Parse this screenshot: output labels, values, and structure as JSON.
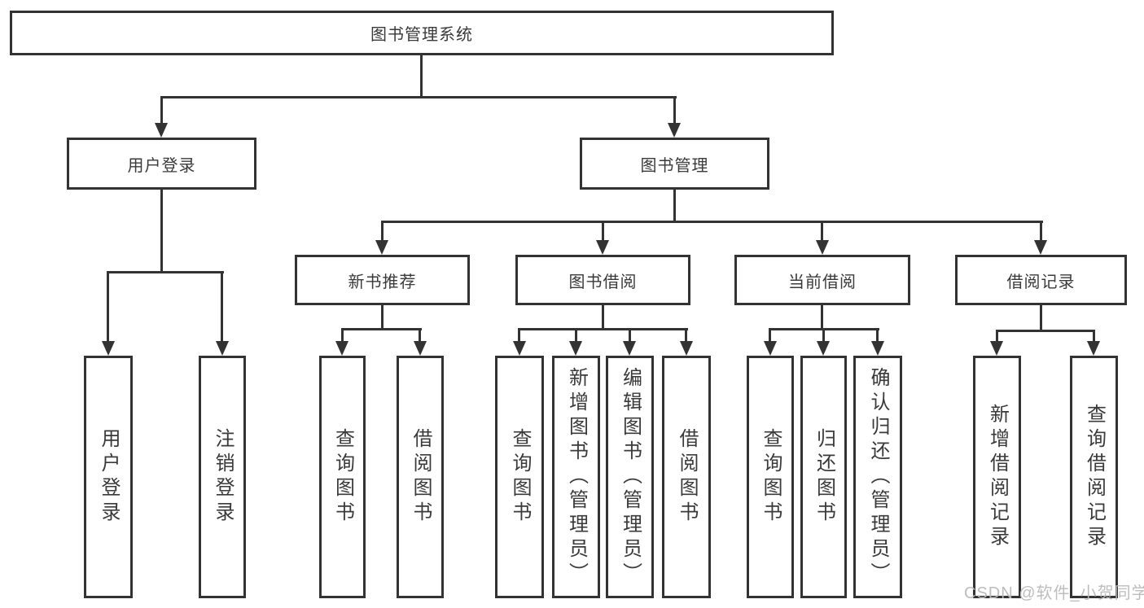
{
  "diagram_type": "hierarchy",
  "tree": {
    "label": "图书管理系统",
    "children": [
      {
        "label": "用户登录",
        "children": [
          {
            "label": "用户登录"
          },
          {
            "label": "注销登录"
          }
        ]
      },
      {
        "label": "图书管理",
        "children": [
          {
            "label": "新书推荐",
            "children": [
              {
                "label": "查询图书"
              },
              {
                "label": "借阅图书"
              }
            ]
          },
          {
            "label": "图书借阅",
            "children": [
              {
                "label": "查询图书"
              },
              {
                "label": "新增图书（管理员）"
              },
              {
                "label": "编辑图书（管理员）"
              },
              {
                "label": "借阅图书"
              }
            ]
          },
          {
            "label": "当前借阅",
            "children": [
              {
                "label": "查询图书"
              },
              {
                "label": "归还图书"
              },
              {
                "label": "确认归还（管理员）"
              }
            ]
          },
          {
            "label": "借阅记录",
            "children": [
              {
                "label": "新增借阅记录"
              },
              {
                "label": "查询借阅记录"
              }
            ]
          }
        ]
      }
    ]
  },
  "watermark": "CSDN @软件_小贺同学",
  "colors": {
    "line": "#333333",
    "box_border": "#333333",
    "text": "#3a3a3a",
    "watermark": "#b9b9b9",
    "background": "#ffffff"
  }
}
